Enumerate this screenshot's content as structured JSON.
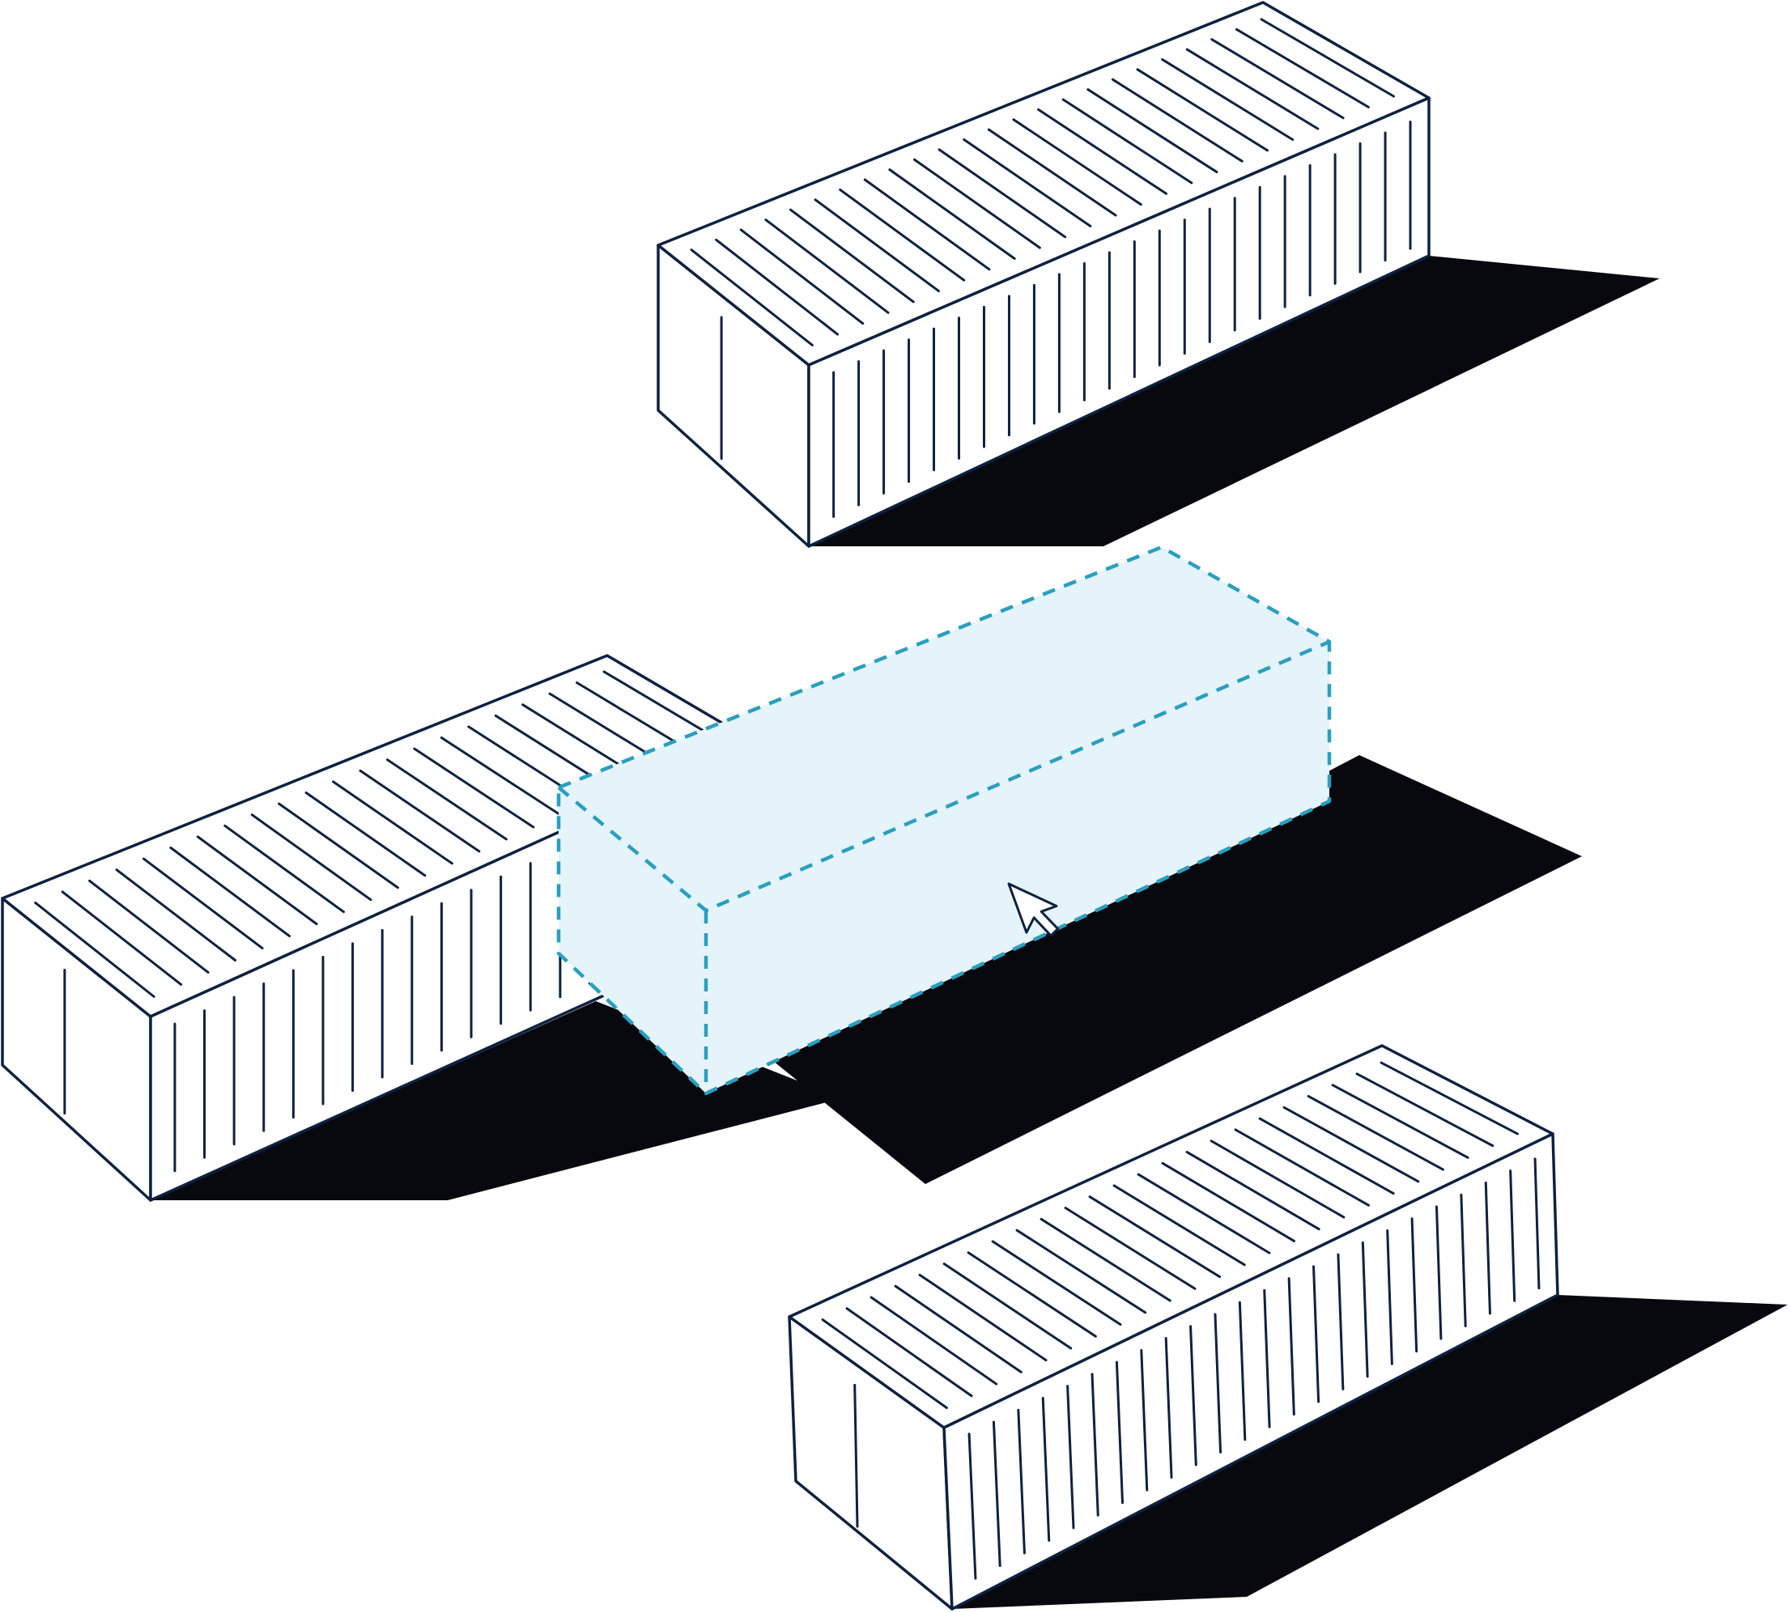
{
  "illustration": {
    "subject": "shipping-containers",
    "container_count": 3,
    "placeholder_count": 1,
    "cursor_icon": "arrow-pointer-icon"
  },
  "colors": {
    "line": "#0f2140",
    "shadow": "#07090f",
    "face": "#ffffff",
    "accent": "#2a9fbf",
    "placeholder_fill": "#e5f3fb"
  }
}
